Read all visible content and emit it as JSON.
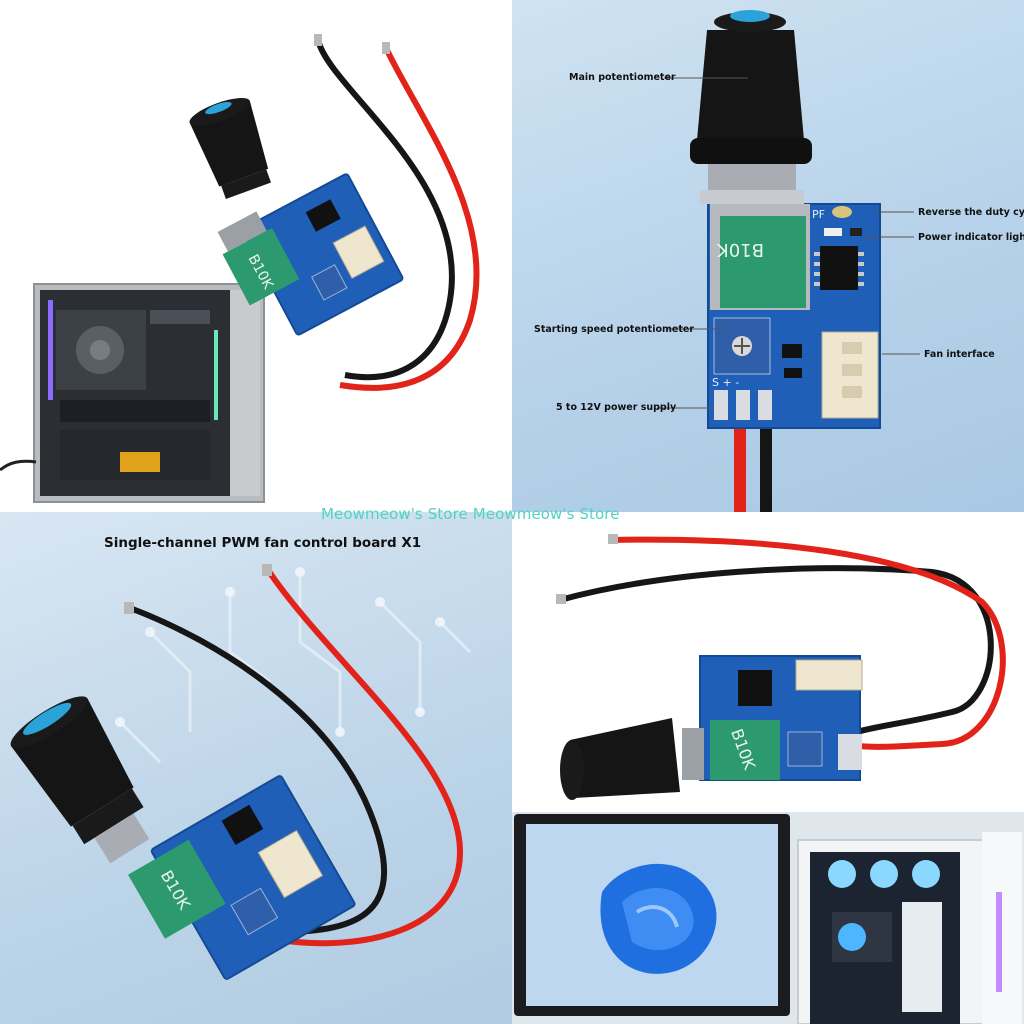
{
  "watermark": "Meowmeow's Store Meowmeow's Store",
  "panel2": {
    "callouts": {
      "main_potentiometer": "Main potentiometer",
      "reverse_duty_cycle": "Reverse the duty cycle",
      "power_indicator": "Power indicator light",
      "starting_speed": "Starting speed potentiometer",
      "fan_interface": "Fan interface",
      "power_supply": "5 to 12V power supply"
    },
    "pcb_labels": {
      "pot_marking": "B10K",
      "pf": "PF",
      "pins": "S + -"
    }
  },
  "panel3": {
    "title": "Single-channel PWM fan control board X1"
  },
  "pcb_marking": "B10K",
  "colors": {
    "pcb_blue": "#1f5fb8",
    "pot_green": "#2c9a6e",
    "knob_black": "#151515",
    "wire_red": "#e2231a",
    "watermark": "#4fd3c4"
  }
}
